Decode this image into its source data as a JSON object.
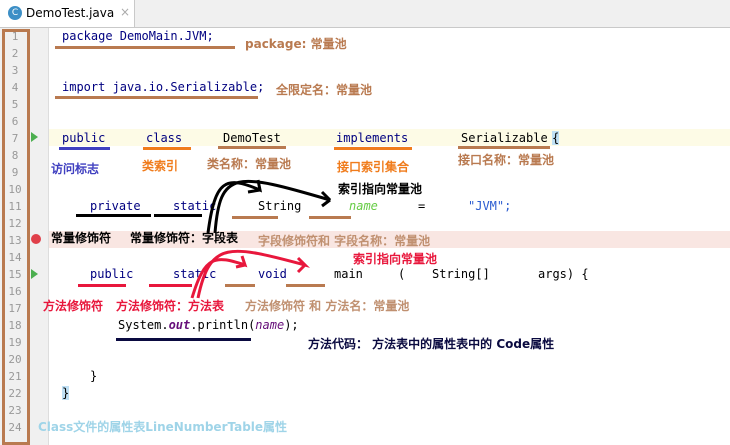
{
  "tab": {
    "title": "DemoTest.java",
    "icon": "java-class-icon",
    "close": "×"
  },
  "lines": [
    "1",
    "2",
    "3",
    "4",
    "5",
    "6",
    "7",
    "8",
    "9",
    "10",
    "11",
    "12",
    "13",
    "14",
    "15",
    "16",
    "17",
    "18",
    "19",
    "20",
    "21",
    "22",
    "23",
    "24"
  ],
  "code": {
    "l1": "package DemoMain.JVM;",
    "l4": "import java.io.Serializable;",
    "l7": {
      "public": "public",
      "class": "class",
      "name": "DemoTest",
      "implements": "implements",
      "iface": "Serializable",
      "brace": "{"
    },
    "l11": {
      "private": "private",
      "static": "static",
      "type": "String",
      "name": "name",
      "eq": "=",
      "val": "\"JVM\";"
    },
    "l15": {
      "public": "public",
      "static": "static",
      "void": "void",
      "main": "main",
      "paren": "(",
      "type": "String[]",
      "args": "args) {"
    },
    "l18": {
      "a": "System.",
      "b": "out",
      "c": ".println(",
      "d": "name",
      "e": ");"
    },
    "l21": "}",
    "l22": "}"
  },
  "annotations": {
    "package": "package:  常量池",
    "import": "全限定名：常量池",
    "access": "访问标志",
    "class_index": "类索引",
    "class_name": "类名称：常量池",
    "iface_index": "接口索引集合",
    "iface_name": "接口名称：常量池",
    "index_pool_1": "索引指向常量池",
    "field_mod1": "常量修饰符",
    "field_mod2": "常量修饰符：字段表",
    "field_name": "字段修饰符和 字段名称：常量池",
    "index_pool_2": "索引指向常量池",
    "method_mod1": "方法修饰符",
    "method_mod2": "方法修饰符：方法表",
    "method_name": "方法修饰符 和 方法名：常量池",
    "code_attr": "方法代码： 方法表中的属性表中的 Code属性",
    "line_table": "Class文件的属性表LineNumberTable属性"
  },
  "colors": {
    "brown": "#b97a50",
    "blue": "#4040c0",
    "orange": "#f07c1c",
    "red": "#e8173c",
    "navy": "#0a0a40",
    "cyan": "#9fd4e8"
  }
}
